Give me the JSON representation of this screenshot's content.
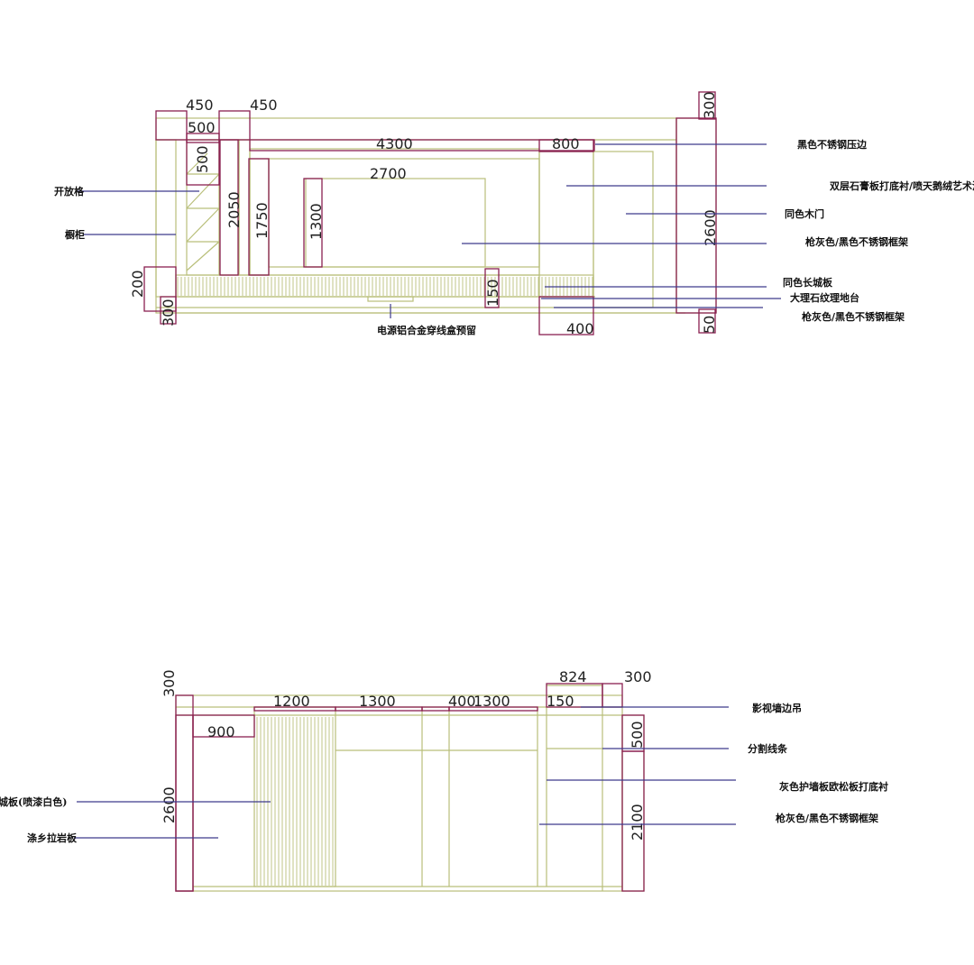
{
  "elevation_top": {
    "dims": {
      "d450a": "450",
      "d450b": "450",
      "d500h": "500",
      "d500v": "500",
      "d300top": "300",
      "d4300": "4300",
      "d800": "800",
      "d2700": "2700",
      "d2050": "2050",
      "d1750": "1750",
      "d1300": "1300",
      "d2600": "2600",
      "d200": "200",
      "d150": "150",
      "d300bot": "300",
      "d400": "400",
      "d50": "50"
    },
    "labels": {
      "open_shelf": "开放格",
      "cabinet": "橱柜",
      "black_steel_trim": "黑色不锈钢压边",
      "gypsum_art_paint": "双层石膏板打底衬/喷天鹅绒艺术漆",
      "same_color_door": "同色木门",
      "gunmetal_frame_1": "枪灰色/黑色不锈钢框架",
      "same_color_grille": "同色长城板",
      "marble_platform": "大理石纹理地台",
      "gunmetal_frame_2": "枪灰色/黑色不锈钢框架",
      "power_outlet": "电源铝合金穿线盒预留"
    }
  },
  "elevation_bottom": {
    "dims": {
      "d300left": "300",
      "d2600": "2600",
      "d900": "900",
      "d1200": "1200",
      "d1300a": "1300",
      "d400": "400",
      "d1300b": "1300",
      "d150": "150",
      "d824": "824",
      "d300right": "300",
      "d500": "500",
      "d2100": "2100"
    },
    "labels": {
      "grille_board": "城板(喷漆白色)",
      "latin_board": "涤乡拉岩板",
      "curtain_box": "影视墙边吊",
      "divider_line": "分割线条",
      "gray_panel": "灰色护墙板欧松板打底衬",
      "gunmetal_frame": "枪灰色/黑色不锈钢框架"
    }
  }
}
